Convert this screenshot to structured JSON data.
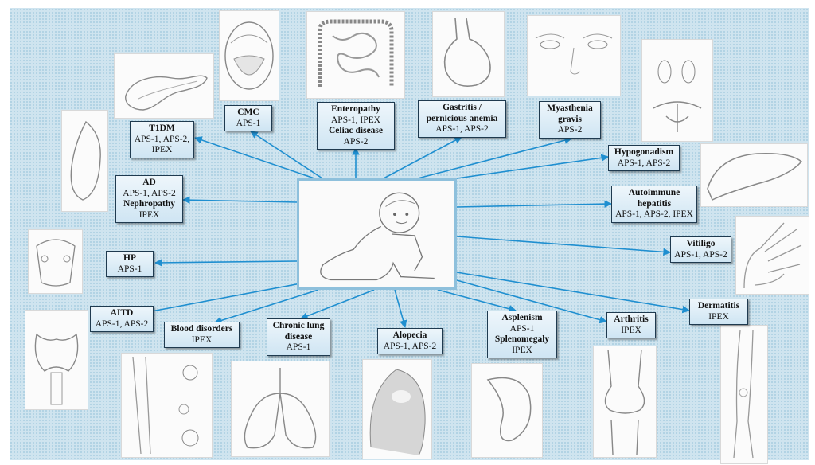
{
  "diagram": {
    "colors": {
      "arrow": "#1f8fd0",
      "box_border": "#1f3a4f",
      "background": "#cfe4ef"
    },
    "center_image": "crawling-baby-sketch",
    "conditions": [
      {
        "id": "t1dm",
        "title": "T1DM",
        "detail": "APS-1, APS-2, IPEX",
        "image": "pancreas-sketch"
      },
      {
        "id": "cmc",
        "title": "CMC",
        "detail": "APS-1",
        "image": "mouth-sketch"
      },
      {
        "id": "enteropathy",
        "title": "Enteropathy",
        "detail": "APS-1, IPEX",
        "title2": "Celiac disease",
        "detail2": "APS-2",
        "image": "intestine-sketch"
      },
      {
        "id": "gastritis",
        "title": "Gastritis / pernicious anemia",
        "detail": "APS-1, APS-2",
        "image": "stomach-sketch"
      },
      {
        "id": "myasthenia",
        "title": "Myasthenia gravis",
        "detail": "APS-2",
        "image": "face-sketch"
      },
      {
        "id": "hypogonadism",
        "title": "Hypogonadism",
        "detail": "APS-1, APS-2",
        "image": "gonads-sketch"
      },
      {
        "id": "hepatitis",
        "title": "Autoimmune hepatitis",
        "detail": "APS-1, APS-2, IPEX",
        "image": "liver-sketch"
      },
      {
        "id": "vitiligo",
        "title": "Vitiligo",
        "detail": "APS-1, APS-2",
        "image": "hand-sketch"
      },
      {
        "id": "dermatitis",
        "title": "Dermatitis",
        "detail": "IPEX",
        "image": "arm-sketch"
      },
      {
        "id": "arthritis",
        "title": "Arthritis",
        "detail": "IPEX",
        "image": "knee-joint-sketch"
      },
      {
        "id": "asplenism",
        "title": "Asplenism",
        "detail": "APS-1",
        "title2": "Splenomegaly",
        "detail2": "IPEX",
        "image": "spleen-sketch"
      },
      {
        "id": "alopecia",
        "title": "Alopecia",
        "detail": "APS-1, APS-2",
        "image": "head-sketch"
      },
      {
        "id": "lung",
        "title": "Chronic lung disease",
        "detail": "APS-1",
        "image": "lungs-sketch"
      },
      {
        "id": "blood",
        "title": "Blood disorders",
        "detail": "IPEX",
        "image": "blood-cells-sketch"
      },
      {
        "id": "aitd",
        "title": "AITD",
        "detail": "APS-1, APS-2",
        "image": "thyroid-sketch"
      },
      {
        "id": "hp",
        "title": "HP",
        "detail": "APS-1",
        "image": "parathyroid-sketch"
      },
      {
        "id": "ad",
        "title": "AD",
        "detail": "APS-1, APS-2",
        "title2": "Nephropathy",
        "detail2": "IPEX",
        "image": "kidney-adrenal-sketch"
      }
    ]
  }
}
